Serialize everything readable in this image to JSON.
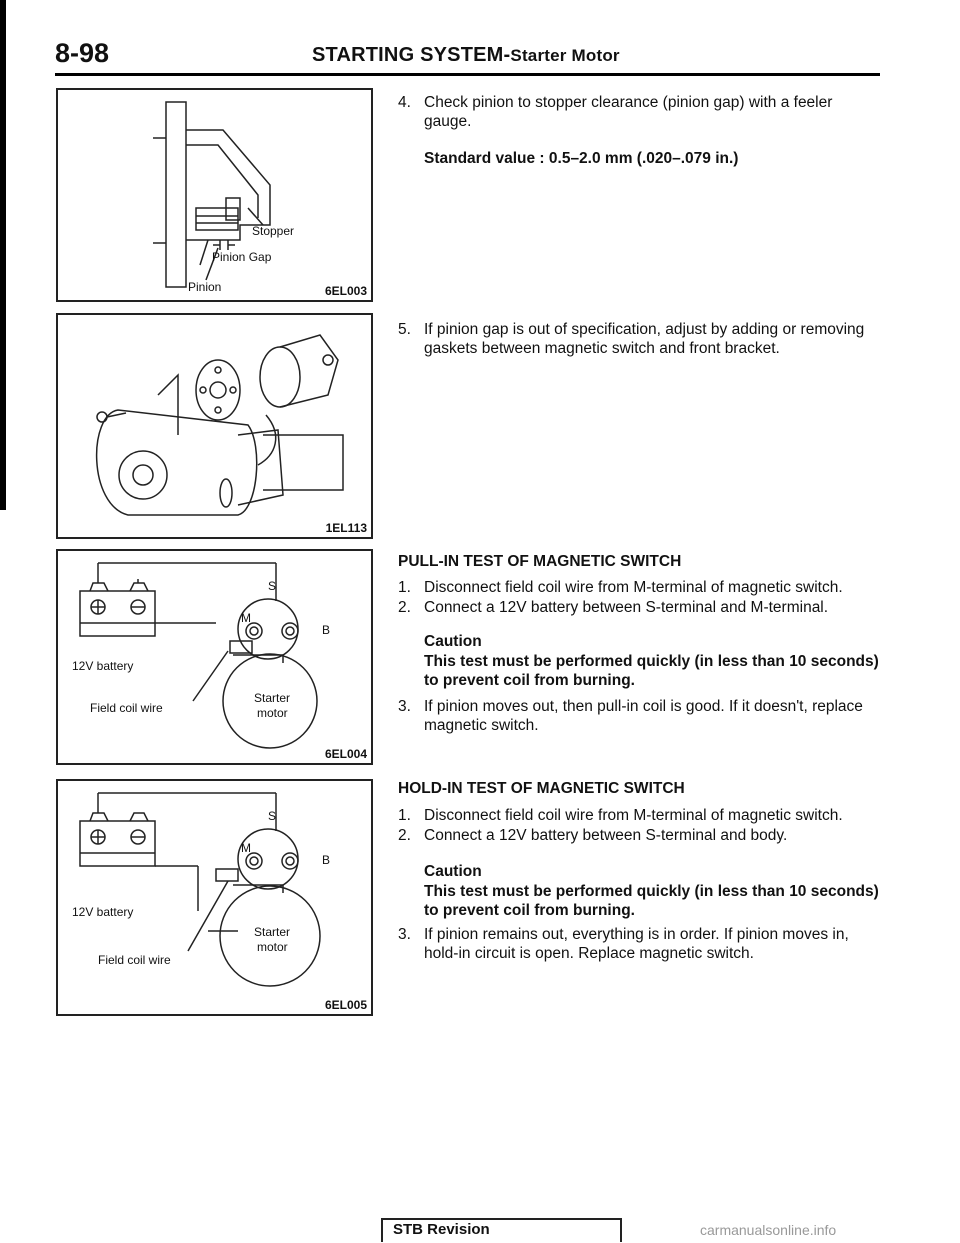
{
  "header": {
    "page_number": "8-98",
    "title_main": "STARTING SYSTEM",
    "title_sub": "Starter Motor"
  },
  "figures": {
    "fig1": {
      "code": "6EL003",
      "stopper": "Stopper",
      "pinion_gap": "Pinion Gap",
      "pinion": "Pinion"
    },
    "fig2": {
      "code": "1EL113"
    },
    "fig3": {
      "code": "6EL004",
      "battery": "12V battery",
      "field_coil": "Field coil wire",
      "starter": "Starter",
      "motor": "motor",
      "s": "S",
      "m": "M",
      "b": "B"
    },
    "fig4": {
      "code": "6EL005",
      "battery": "12V battery",
      "field_coil": "Field coil wire",
      "starter": "Starter",
      "motor": "motor",
      "s": "S",
      "m": "M",
      "b": "B"
    }
  },
  "steps_top": {
    "step4_num": "4.",
    "step4_text": "Check pinion to stopper clearance (pinion gap) with a feeler gauge.",
    "standard_value": "Standard value : 0.5–2.0 mm (.020–.079 in.)",
    "step5_num": "5.",
    "step5_text": "If pinion gap is out of specification, adjust by adding or removing gaskets between magnetic switch and front bracket."
  },
  "pull_in": {
    "heading": "PULL-IN TEST OF MAGNETIC SWITCH",
    "s1_num": "1.",
    "s1_text": "Disconnect field coil wire from M-terminal of magnetic switch.",
    "s2_num": "2.",
    "s2_text": "Connect a 12V battery between S-terminal and M-terminal.",
    "caution_title": "Caution",
    "caution_text": "This test must be performed quickly (in less than 10 seconds) to prevent coil from burning.",
    "s3_num": "3.",
    "s3_text": "If pinion moves out, then pull-in coil is good. If it doesn't, replace magnetic switch."
  },
  "hold_in": {
    "heading": "HOLD-IN TEST OF MAGNETIC SWITCH",
    "s1_num": "1.",
    "s1_text": "Disconnect field coil wire from M-terminal of magnetic switch.",
    "s2_num": "2.",
    "s2_text": "Connect a 12V battery between S-terminal and body.",
    "caution_title": "Caution",
    "caution_text": "This test must be performed quickly (in less than 10 seconds) to prevent coil from burning.",
    "s3_num": "3.",
    "s3_text": "If pinion remains out, everything is in order. If pinion moves in, hold-in circuit is open. Replace magnetic switch."
  },
  "footer": {
    "revision": "STB Revision",
    "watermark": "carmanualsonline.info"
  }
}
